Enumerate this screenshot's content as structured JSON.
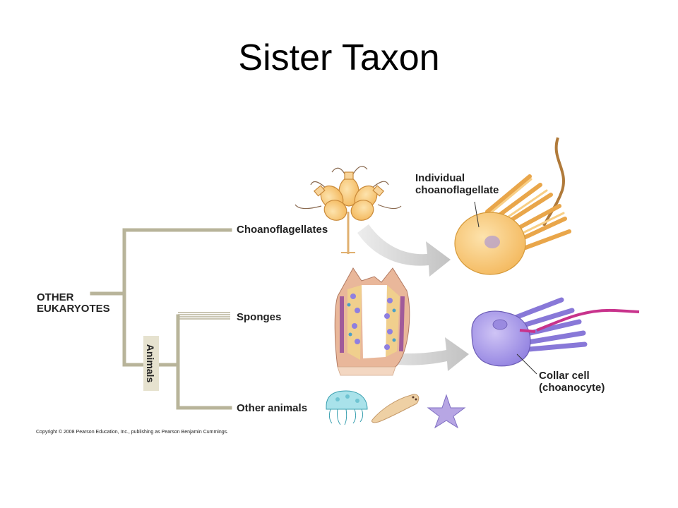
{
  "slide": {
    "title": "Sister Taxon"
  },
  "tree": {
    "root_label_line1": "OTHER",
    "root_label_line2": "EUKARYOTES",
    "clade_label": "Animals",
    "tips": [
      "Choanoflagellates",
      "Sponges",
      "Other animals"
    ]
  },
  "callouts": {
    "individual_line1": "Individual",
    "individual_line2": "choanoflagellate",
    "collar_line1": "Collar cell",
    "collar_line2": "(choanocyte)"
  },
  "copyright": "Copyright © 2008 Pearson Education, Inc., publishing as Pearson Benjamin Cummings.",
  "colors": {
    "branch": "#b8b49a",
    "clade_box": "#e6e2cf",
    "arrow": "#c9c9c9",
    "choano_fill": "#f8c977",
    "choano_stroke": "#d69a3a",
    "collar_fill": "#a99be6",
    "collar_stroke": "#6b5bb5",
    "flagellum_pink": "#c8338c"
  },
  "icons": [
    "choanoflagellate-colony-icon",
    "individual-choanoflagellate-icon",
    "sponge-section-icon",
    "collar-cell-icon",
    "jellyfish-icon",
    "flatworm-icon",
    "sea-star-icon"
  ]
}
